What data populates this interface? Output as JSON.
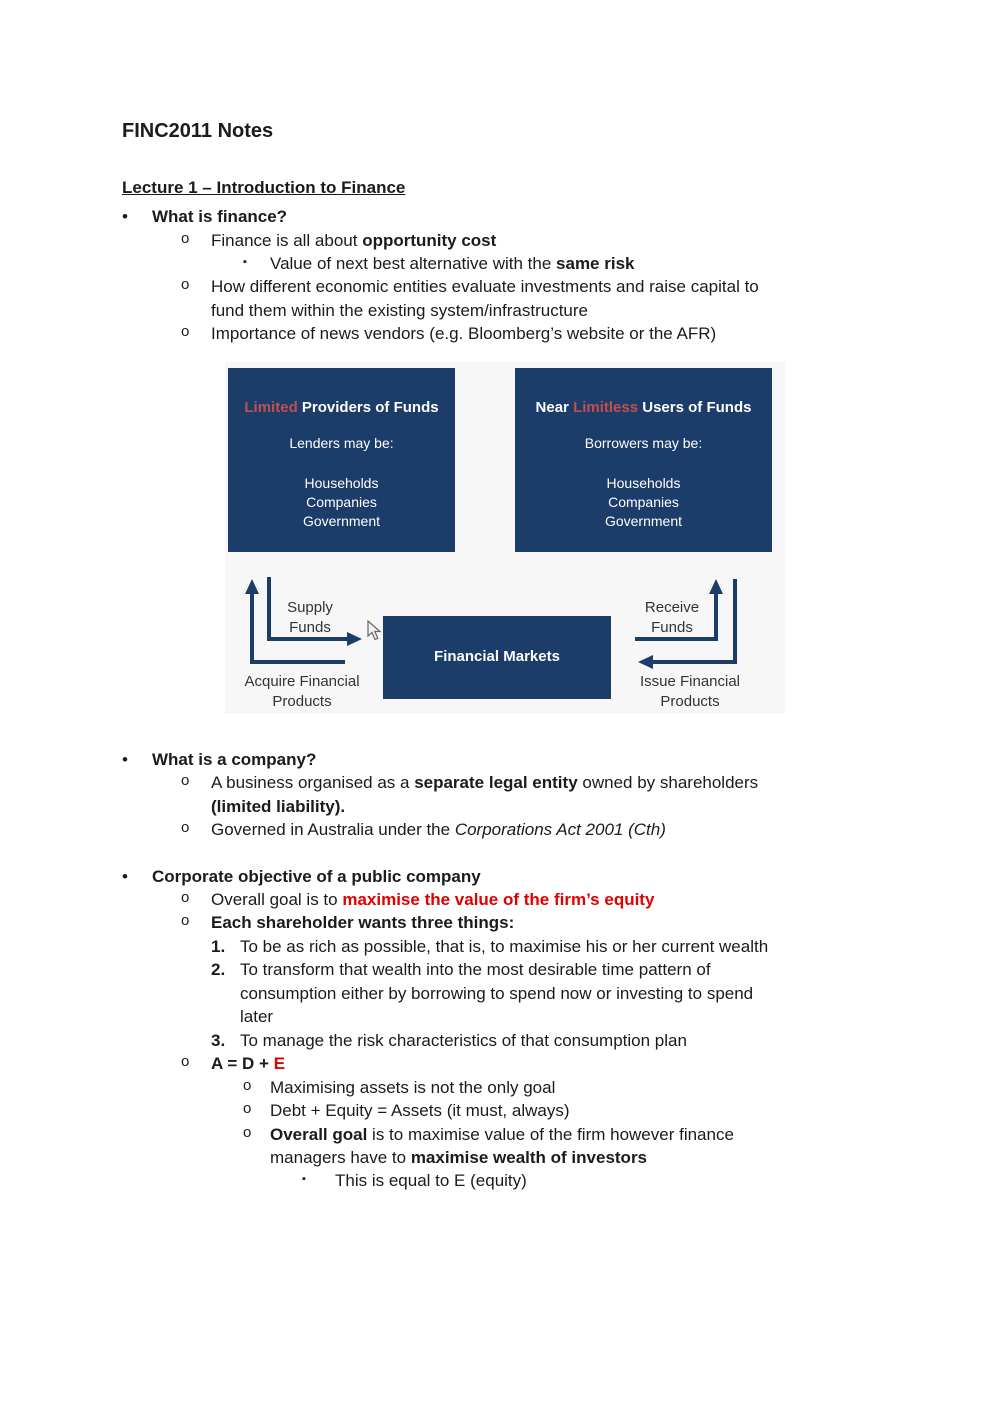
{
  "bullets": {
    "l1": "•",
    "l2": "o",
    "l3": "▪"
  },
  "colors": {
    "navy": "#1c3c6a",
    "diagram_red": "#c0504d",
    "text_red": "#e00000"
  },
  "doc": {
    "title": "FINC2011 Notes",
    "lecture_heading": "Lecture 1 – Introduction to Finance"
  },
  "finance": {
    "heading": "What is finance?",
    "opp_1": "Finance is all about ",
    "opp_2": "opportunity cost",
    "value_1": "Value of next best alternative with the ",
    "value_2": "same risk",
    "entities": "How different economic entities evaluate investments and raise capital to\nfund them within the existing system/infrastructure",
    "vendors": "Importance of news vendors (e.g. Bloomberg’s website or the AFR)"
  },
  "diagram": {
    "left_box": {
      "title_red": "Limited",
      "title_rest": " Providers of Funds",
      "subtitle": "Lenders may be:",
      "items": [
        "Households",
        "Companies",
        "Government"
      ]
    },
    "right_box": {
      "title_1": "Near ",
      "title_red": "Limitless",
      "title_rest": " Users of Funds",
      "subtitle": "Borrowers may be:",
      "items": [
        "Households",
        "Companies",
        "Government"
      ]
    },
    "center_box": "Financial Markets",
    "labels": {
      "supply_1": "Supply",
      "supply_2": "Funds",
      "acquire_1": "Acquire Financial",
      "acquire_2": "Products",
      "receive_1": "Receive",
      "receive_2": "Funds",
      "issue_1": "Issue Financial",
      "issue_2": "Products"
    }
  },
  "company": {
    "heading": "What is a company?",
    "business_1": "A business organised as a ",
    "business_2": "separate legal entity",
    "business_3": " owned by shareholders",
    "business_4": "(limited liability).",
    "governed_1": "Governed in Australia under the ",
    "governed_2": "Corporations Act 2001 (Cth)"
  },
  "corporate": {
    "heading": "Corporate objective of a public company",
    "goal_1": "Overall goal is to ",
    "goal_2": "maximise the value of the firm’s equity",
    "shareholder": "Each shareholder wants three things:",
    "num1_label": "1.",
    "num1": "To be as rich as possible, that is, to maximise his or her current wealth",
    "num2_label": "2.",
    "num2": "To transform that wealth into the most desirable time pattern of\nconsumption either by borrowing to spend now or investing to spend\nlater",
    "num3_label": "3.",
    "num3": "To manage the risk characteristics of that consumption plan",
    "eq_a": "A",
    "eq_mid": " = D + ",
    "eq_e": "E",
    "sub1": "Maximising assets is not the only goal",
    "sub2": "Debt + Equity = Assets (it must, always)",
    "sub3_1": "Overall goal",
    "sub3_2": " is to maximise value of the firm however finance\nmanagers have to ",
    "sub3_3": "maximise wealth of investors",
    "sub4": "This is equal to E (equity)"
  }
}
